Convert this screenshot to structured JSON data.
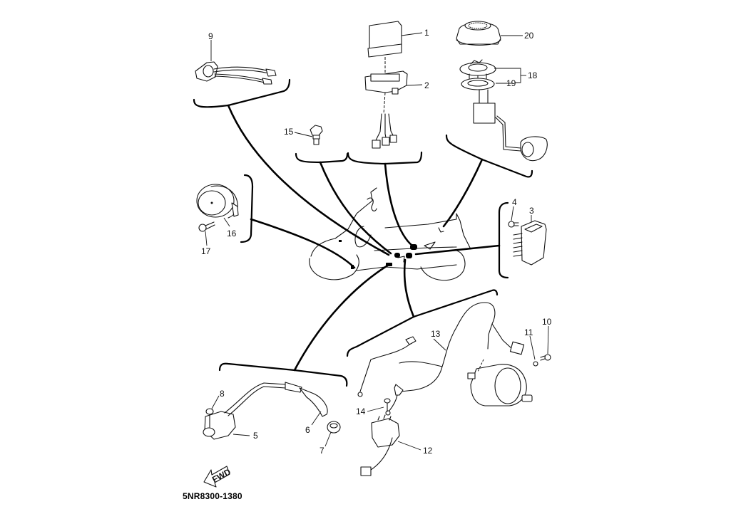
{
  "diagram": {
    "title_code": "5NR8300-1380",
    "direction_label": "FWD",
    "callouts": {
      "p1": "1",
      "p2": "2",
      "p3": "3",
      "p4": "4",
      "p5": "5",
      "p6": "6",
      "p7": "7",
      "p8": "8",
      "p9": "9",
      "p10": "10",
      "p11": "11",
      "p12": "12",
      "p13": "13",
      "p14": "14",
      "p15": "15",
      "p16": "16",
      "p17": "17",
      "p18": "18",
      "p19": "19",
      "p20": "20"
    },
    "groups": [
      {
        "name": "sensor-harness-group",
        "parts": [
          "9"
        ]
      },
      {
        "name": "neutral-switch-group",
        "parts": [
          "15"
        ]
      },
      {
        "name": "relay-group",
        "parts": [
          "1",
          "2"
        ]
      },
      {
        "name": "fuel-sender-group",
        "parts": [
          "18",
          "19",
          "20"
        ]
      },
      {
        "name": "horn-group",
        "parts": [
          "16",
          "17"
        ]
      },
      {
        "name": "rectifier-group",
        "parts": [
          "3",
          "4"
        ]
      },
      {
        "name": "ignition-coil-group",
        "parts": [
          "5",
          "6",
          "7",
          "8"
        ]
      },
      {
        "name": "starter-group",
        "parts": [
          "10",
          "11",
          "12",
          "13",
          "14"
        ]
      }
    ]
  }
}
